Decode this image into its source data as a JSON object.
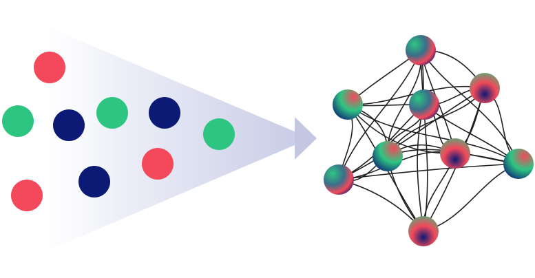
{
  "colors": {
    "background": "#ffffff",
    "red": "#f3495a",
    "green": "#2ec582",
    "navy": "#0c1a75",
    "funnel_light": "#ffffff",
    "funnel_dark": "#c9cde6",
    "arrow": "#c3c7e2",
    "edge": "#1f1f1f"
  },
  "input_dots": [
    {
      "color": "red"
    },
    {
      "color": "green"
    },
    {
      "color": "navy"
    },
    {
      "color": "green"
    },
    {
      "color": "navy"
    },
    {
      "color": "green"
    },
    {
      "color": "navy"
    },
    {
      "color": "red"
    },
    {
      "color": "red"
    }
  ],
  "network_nodes": [
    {
      "id": "top",
      "style": "mixed"
    },
    {
      "id": "upper-left",
      "style": "mixed"
    },
    {
      "id": "upper-right",
      "style": "mixed"
    },
    {
      "id": "center-top",
      "style": "mixed"
    },
    {
      "id": "center-left",
      "style": "mixed"
    },
    {
      "id": "center-right",
      "style": "mixed"
    },
    {
      "id": "left",
      "style": "mixed"
    },
    {
      "id": "right",
      "style": "mixed"
    },
    {
      "id": "bottom",
      "style": "mixed"
    }
  ]
}
